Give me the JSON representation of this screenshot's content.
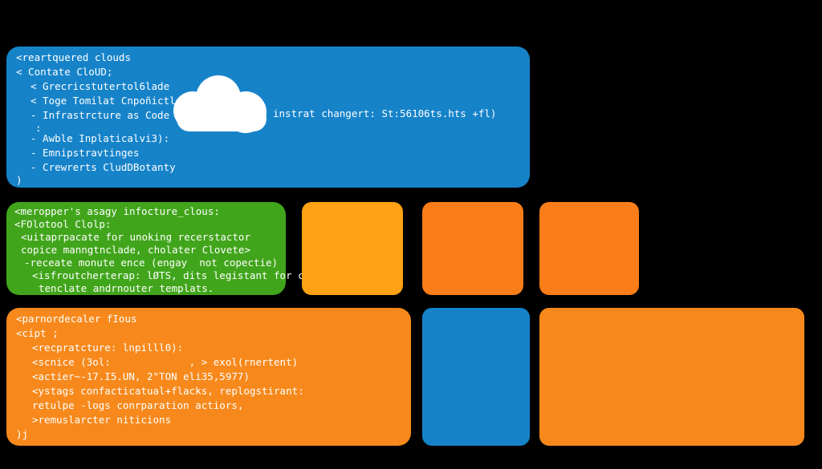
{
  "blue_panel": {
    "lines": [
      "<reartquered clouds",
      "< Contate CloUD;",
      "< Grecricstutertol6lade",
      "< Toge Tomilat Cnpoñictle",
      "- Infrastrcture as Code",
      ":",
      "- Awble Inplaticalvi3):",
      "- Emnipstravtinges",
      "- Crewrerts CludDBotanty",
      ")"
    ],
    "caption": "instrat changert: St:56106ts.hts +fl)"
  },
  "green_panel": {
    "lines": [
      "<meropper's asagy infocture_clous:",
      "<FOlotool Clolp:",
      "<uitaprpacate for unoking recerstactor",
      "copice manngtnclade, cholater Clovete>",
      "-receate monute ence (engay  not copectie)",
      "<isfroutcherterap: lØTS, dits legistant for cont",
      "tenclate andrnouter templats."
    ]
  },
  "orange_panel": {
    "lines": [
      "<parnordecaler fIous",
      "<cipt ;",
      "<recpratcture: lnpilll0):",
      "<scnice (3ol:             , > exol(rnertent)",
      "<actier~-17.I5.UN, 2\"TON eli35,5977)",
      "<ystags confacticatual+flacks, replogstirant:",
      "retulpe -logs conrparation actiors,",
      ">remuslarcter niticions",
      ")j"
    ]
  },
  "colors": {
    "background": "#000000",
    "blue": "#1683c9",
    "green": "#41a51b",
    "amber": "#ffa114",
    "orange": "#fb7d19",
    "orange_light": "#f7891c",
    "text": "#ffffff"
  },
  "icons": {
    "cloud": "cloud-icon"
  }
}
